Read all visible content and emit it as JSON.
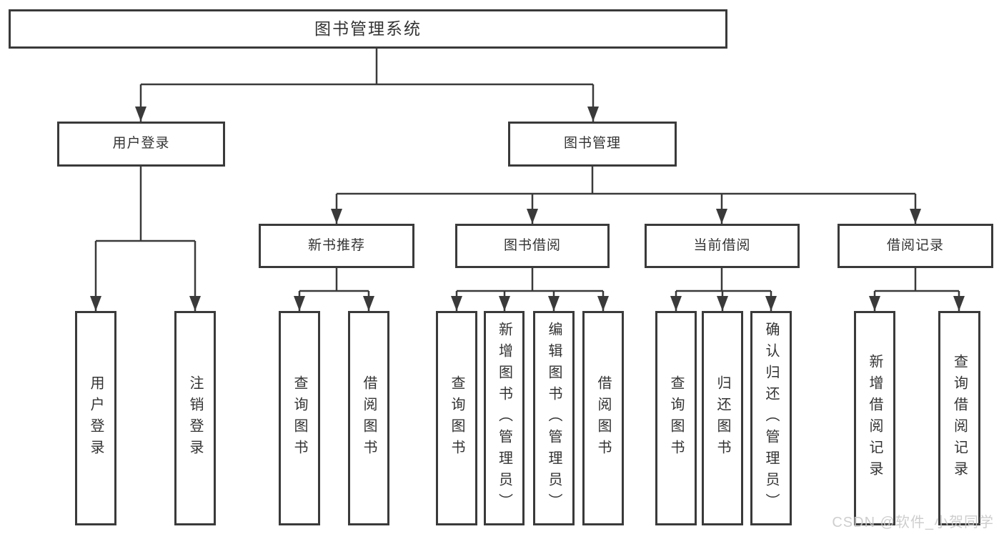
{
  "tree": {
    "label": "图书管理系统",
    "children": [
      {
        "label": "用户登录",
        "children": [
          {
            "label": "用户登录"
          },
          {
            "label": "注销登录"
          }
        ]
      },
      {
        "label": "图书管理",
        "children": [
          {
            "label": "新书推荐",
            "children": [
              {
                "label": "查询图书"
              },
              {
                "label": "借阅图书"
              }
            ]
          },
          {
            "label": "图书借阅",
            "children": [
              {
                "label": "查询图书"
              },
              {
                "label": "新增图书（管理员）"
              },
              {
                "label": "编辑图书（管理员）"
              },
              {
                "label": "借阅图书"
              }
            ]
          },
          {
            "label": "当前借阅",
            "children": [
              {
                "label": "查询图书"
              },
              {
                "label": "归还图书"
              },
              {
                "label": "确认归还（管理员）"
              }
            ]
          },
          {
            "label": "借阅记录",
            "children": [
              {
                "label": "新增借阅记录"
              },
              {
                "label": "查询借阅记录"
              }
            ]
          }
        ]
      }
    ]
  },
  "watermark": {
    "text": "CSDN @软件_小贺同学"
  },
  "colors": {
    "line": "#3a3a3a",
    "text": "#333333",
    "background": "#ffffff",
    "watermark": "#c9c9c9"
  }
}
